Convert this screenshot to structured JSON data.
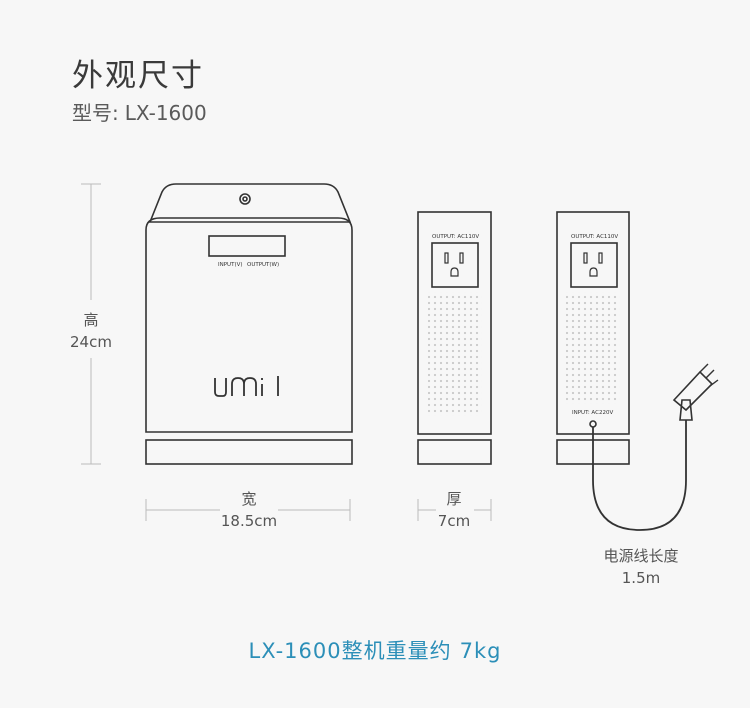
{
  "header": {
    "title": "外观尺寸",
    "model_label": "型号:",
    "model_value": "LX-1600"
  },
  "dimensions": {
    "height": {
      "label": "高",
      "value": "24cm"
    },
    "width": {
      "label": "宽",
      "value": "18.5cm"
    },
    "depth": {
      "label": "厚",
      "value": "7cm"
    },
    "cable": {
      "label": "电源线长度",
      "value": "1.5m"
    }
  },
  "front_panel": {
    "logo": "umi",
    "input_label": "INPUT(V)",
    "output_label": "OUTPUT(W)"
  },
  "side_panel_1": {
    "output_label": "OUTPUT: AC110V"
  },
  "side_panel_2": {
    "output_label": "OUTPUT: AC110V",
    "input_label": "INPUT: AC220V"
  },
  "footer": {
    "model": "LX-1600整机重量约",
    "weight": "7kg",
    "accent_color": "#2c8fb8"
  }
}
